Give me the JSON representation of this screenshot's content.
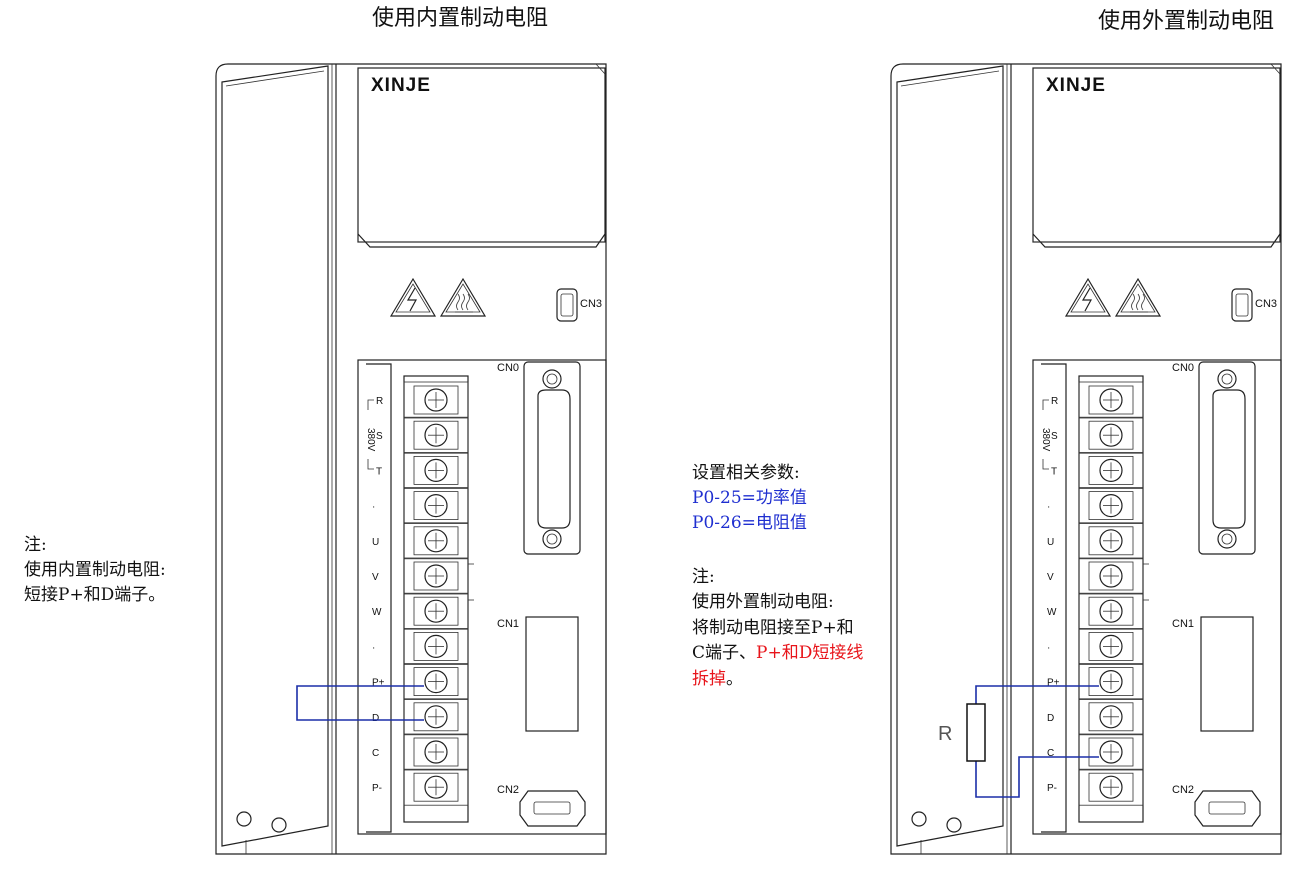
{
  "titles": {
    "left": "使用内置制动电阻",
    "right": "使用外置制动电阻"
  },
  "brand": "XINJE",
  "ports": {
    "cn0": "CN0",
    "cn1": "CN1",
    "cn2": "CN2",
    "cn3": "CN3"
  },
  "terminals": [
    "R",
    "S",
    "T",
    "·",
    "U",
    "V",
    "W",
    "·",
    "P+",
    "D",
    "C",
    "P-"
  ],
  "voltage": "380V",
  "left_note": {
    "line1": "注:",
    "line2": "使用内置制动电阻:",
    "line3": "短接P+和D端子。"
  },
  "right_note": {
    "params_title": "设置相关参数:",
    "param1": "P0-25=功率值",
    "param2": "P0-26=电阻值",
    "note_title": "注:",
    "line1": "使用外置制动电阻:",
    "line2": "将制动电阻接至P+和",
    "line3a": "C端子、",
    "line3b": "P+和D短接线",
    "line4a": "拆掉",
    "line4b": "。"
  },
  "resistor_label": "R",
  "colors": {
    "wire": "#1b2fa8",
    "param_text": "#1f2fd0",
    "warning_text": "#e8151b"
  }
}
